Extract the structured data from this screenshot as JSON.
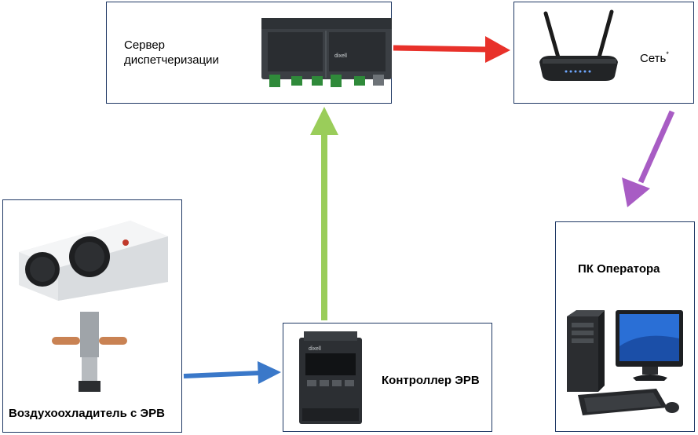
{
  "nodes": {
    "server": {
      "label_line1": "Сервер",
      "label_line2": "диспетчеризации"
    },
    "network": {
      "label": "Сеть",
      "footnote_mark": "*"
    },
    "operator_pc": {
      "label": "ПК Оператора"
    },
    "evr_controller": {
      "label": "Контроллер ЭРВ"
    },
    "air_cooler": {
      "label": "Воздухоохладитель с ЭРВ"
    }
  },
  "device_text": {
    "brand": "dixell"
  },
  "colors": {
    "box_border": "#1f3864",
    "arrow_server_to_network": "#e8312a",
    "arrow_network_to_pc": "#a85cc4",
    "arrow_controller_to_server": "#9acd5a",
    "arrow_cooler_to_controller": "#3a78c9"
  },
  "edges": [
    {
      "from": "server",
      "to": "network",
      "color": "red"
    },
    {
      "from": "network",
      "to": "operator_pc",
      "color": "purple"
    },
    {
      "from": "evr_controller",
      "to": "server",
      "color": "green"
    },
    {
      "from": "air_cooler",
      "to": "evr_controller",
      "color": "blue"
    }
  ]
}
